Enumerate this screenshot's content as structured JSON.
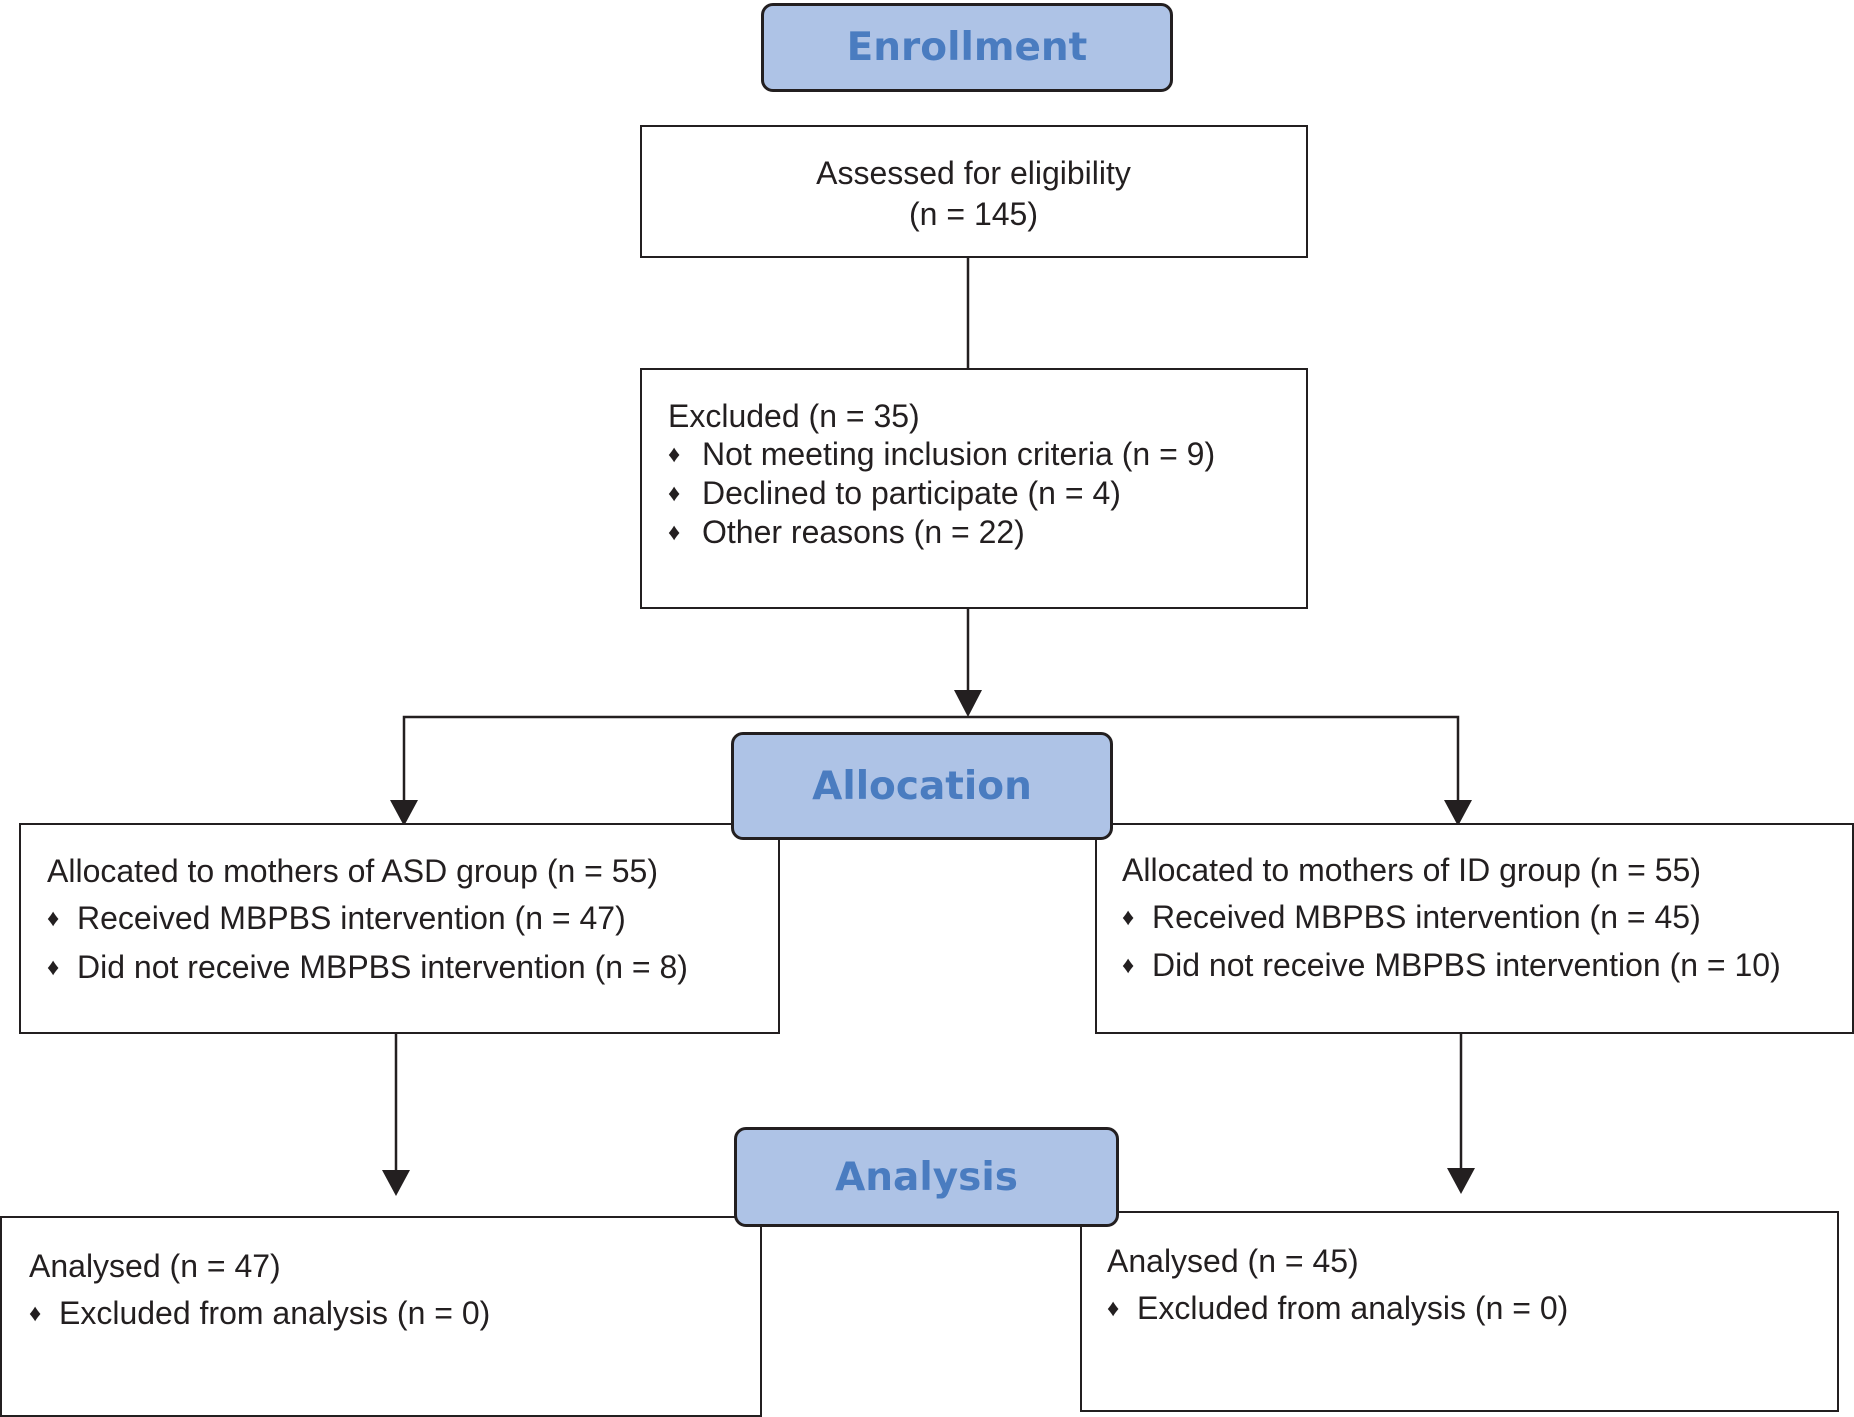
{
  "stages": {
    "enrollment": "Enrollment",
    "allocation": "Allocation",
    "analysis": "Analysis"
  },
  "assessed": {
    "line1": "Assessed for eligibility",
    "line2": "(n = 145)"
  },
  "excluded": {
    "title": "Excluded  (n = 35)",
    "items": [
      "Not meeting inclusion criteria (n = 9)",
      "Declined to participate (n = 4)",
      "Other reasons (n = 22)"
    ]
  },
  "allocation_asd": {
    "title": "Allocated to mothers of ASD group (n = 55)",
    "items": [
      "Received MBPBS intervention (n = 47)",
      "Did not receive MBPBS intervention (n = 8)"
    ]
  },
  "allocation_id": {
    "title": "Allocated to mothers of ID group (n = 55)",
    "items": [
      "Received MBPBS intervention (n = 45)",
      "Did not receive MBPBS intervention (n = 10)"
    ]
  },
  "analysis_asd": {
    "title": "Analysed  (n = 47)",
    "items": [
      "Excluded from analysis (n = 0)"
    ]
  },
  "analysis_id": {
    "title": "Analysed  (n = 45)",
    "items": [
      "Excluded from analysis (n = 0)"
    ]
  },
  "bullet_symbol": "♦",
  "colors": {
    "stage_fill": "#aec3e6",
    "stage_text": "#4a7cc0",
    "line": "#231f20"
  }
}
